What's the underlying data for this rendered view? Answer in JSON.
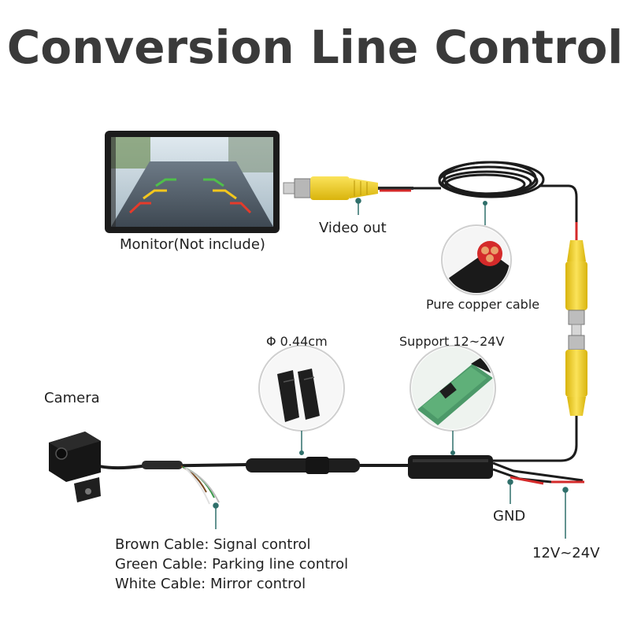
{
  "title": "Conversion Line Control",
  "labels": {
    "monitor": "Monitor(Not include)",
    "video_out": "Video out",
    "pure_copper": "Pure copper cable",
    "diameter": "Φ 0.44cm",
    "support": "Support 12~24V",
    "camera": "Camera",
    "gnd": "GND",
    "voltage": "12V~24V"
  },
  "cable_legend": [
    {
      "text": "Brown Cable: Signal control"
    },
    {
      "text": "Green Cable: Parking line control"
    },
    {
      "text": "White Cable: Mirror control"
    }
  ],
  "colors": {
    "rca_yellow": "#f4d21a",
    "red_wire": "#d42a2a",
    "cable_black": "#1c1c1c",
    "callout_teal": "#2f6f6a",
    "pcb_green": "#3a8f5a"
  }
}
